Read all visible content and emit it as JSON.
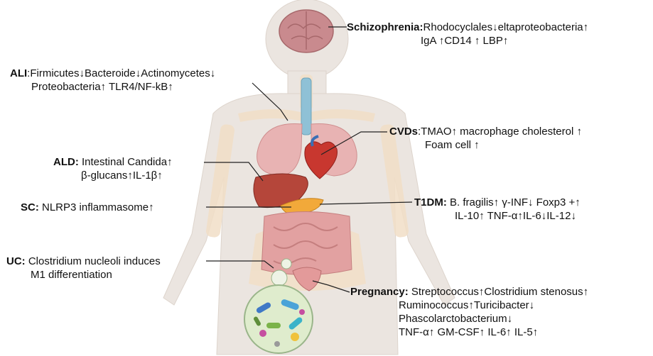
{
  "annotations": [
    {
      "id": "schizophrenia",
      "title": "Schizophrenia:",
      "lines": [
        "Rhodocyclales↓eltaproteobacteria↑",
        "IgA ↑CD14 ↑ LBP↑"
      ]
    },
    {
      "id": "ali",
      "title": "ALI",
      "lines": [
        ":Firmicutes↓Bacteroide↓Actinomycetes↓",
        "Proteobacteria↑ TLR4/NF-kB↑"
      ]
    },
    {
      "id": "cvds",
      "title": "CVDs",
      "lines": [
        ":TMAO↑ macrophage cholesterol ↑",
        "Foam cell ↑"
      ]
    },
    {
      "id": "ald",
      "title": "ALD:",
      "lines": [
        " Intestinal Candida↑",
        "β-glucans↑IL-1β↑"
      ]
    },
    {
      "id": "sc",
      "title": "SC:",
      "lines": [
        " NLRP3 inflammasome↑"
      ]
    },
    {
      "id": "t1dm",
      "title": "T1DM:",
      "lines": [
        " B. fragilis↑ γ-INF↓ Foxp3 +↑",
        "IL-10↑ TNF-α↑IL-6↓IL-12↓"
      ]
    },
    {
      "id": "uc",
      "title": "UC:",
      "lines": [
        " Clostridium nucleoli induces",
        "M1 differentiation"
      ]
    },
    {
      "id": "pregnancy",
      "title": "Pregnancy:",
      "lines": [
        " Streptococcus↑Clostridium stenosus↑",
        "Ruminococcus↑Turicibacter↓",
        "Phascolarctobacterium↓",
        "TNF-α↑ GM-CSF↑ IL-6↑ IL-5↑"
      ]
    }
  ],
  "icons": [
    "human-body-silhouette",
    "brain-icon",
    "lungs-icon",
    "heart-icon",
    "liver-icon",
    "pancreas-icon",
    "intestine-icon",
    "uterus-icon",
    "gut-microbiota-icon"
  ],
  "colors": {
    "body": "#e9e2dc",
    "skeleton": "#f1ddc4",
    "organ": "#e7a3a3",
    "liver": "#b5463a",
    "heart": "#c8372f",
    "pancreas": "#f2a93a",
    "trachea": "#8fc1d6",
    "microbe_bg": "#dfeccd"
  }
}
